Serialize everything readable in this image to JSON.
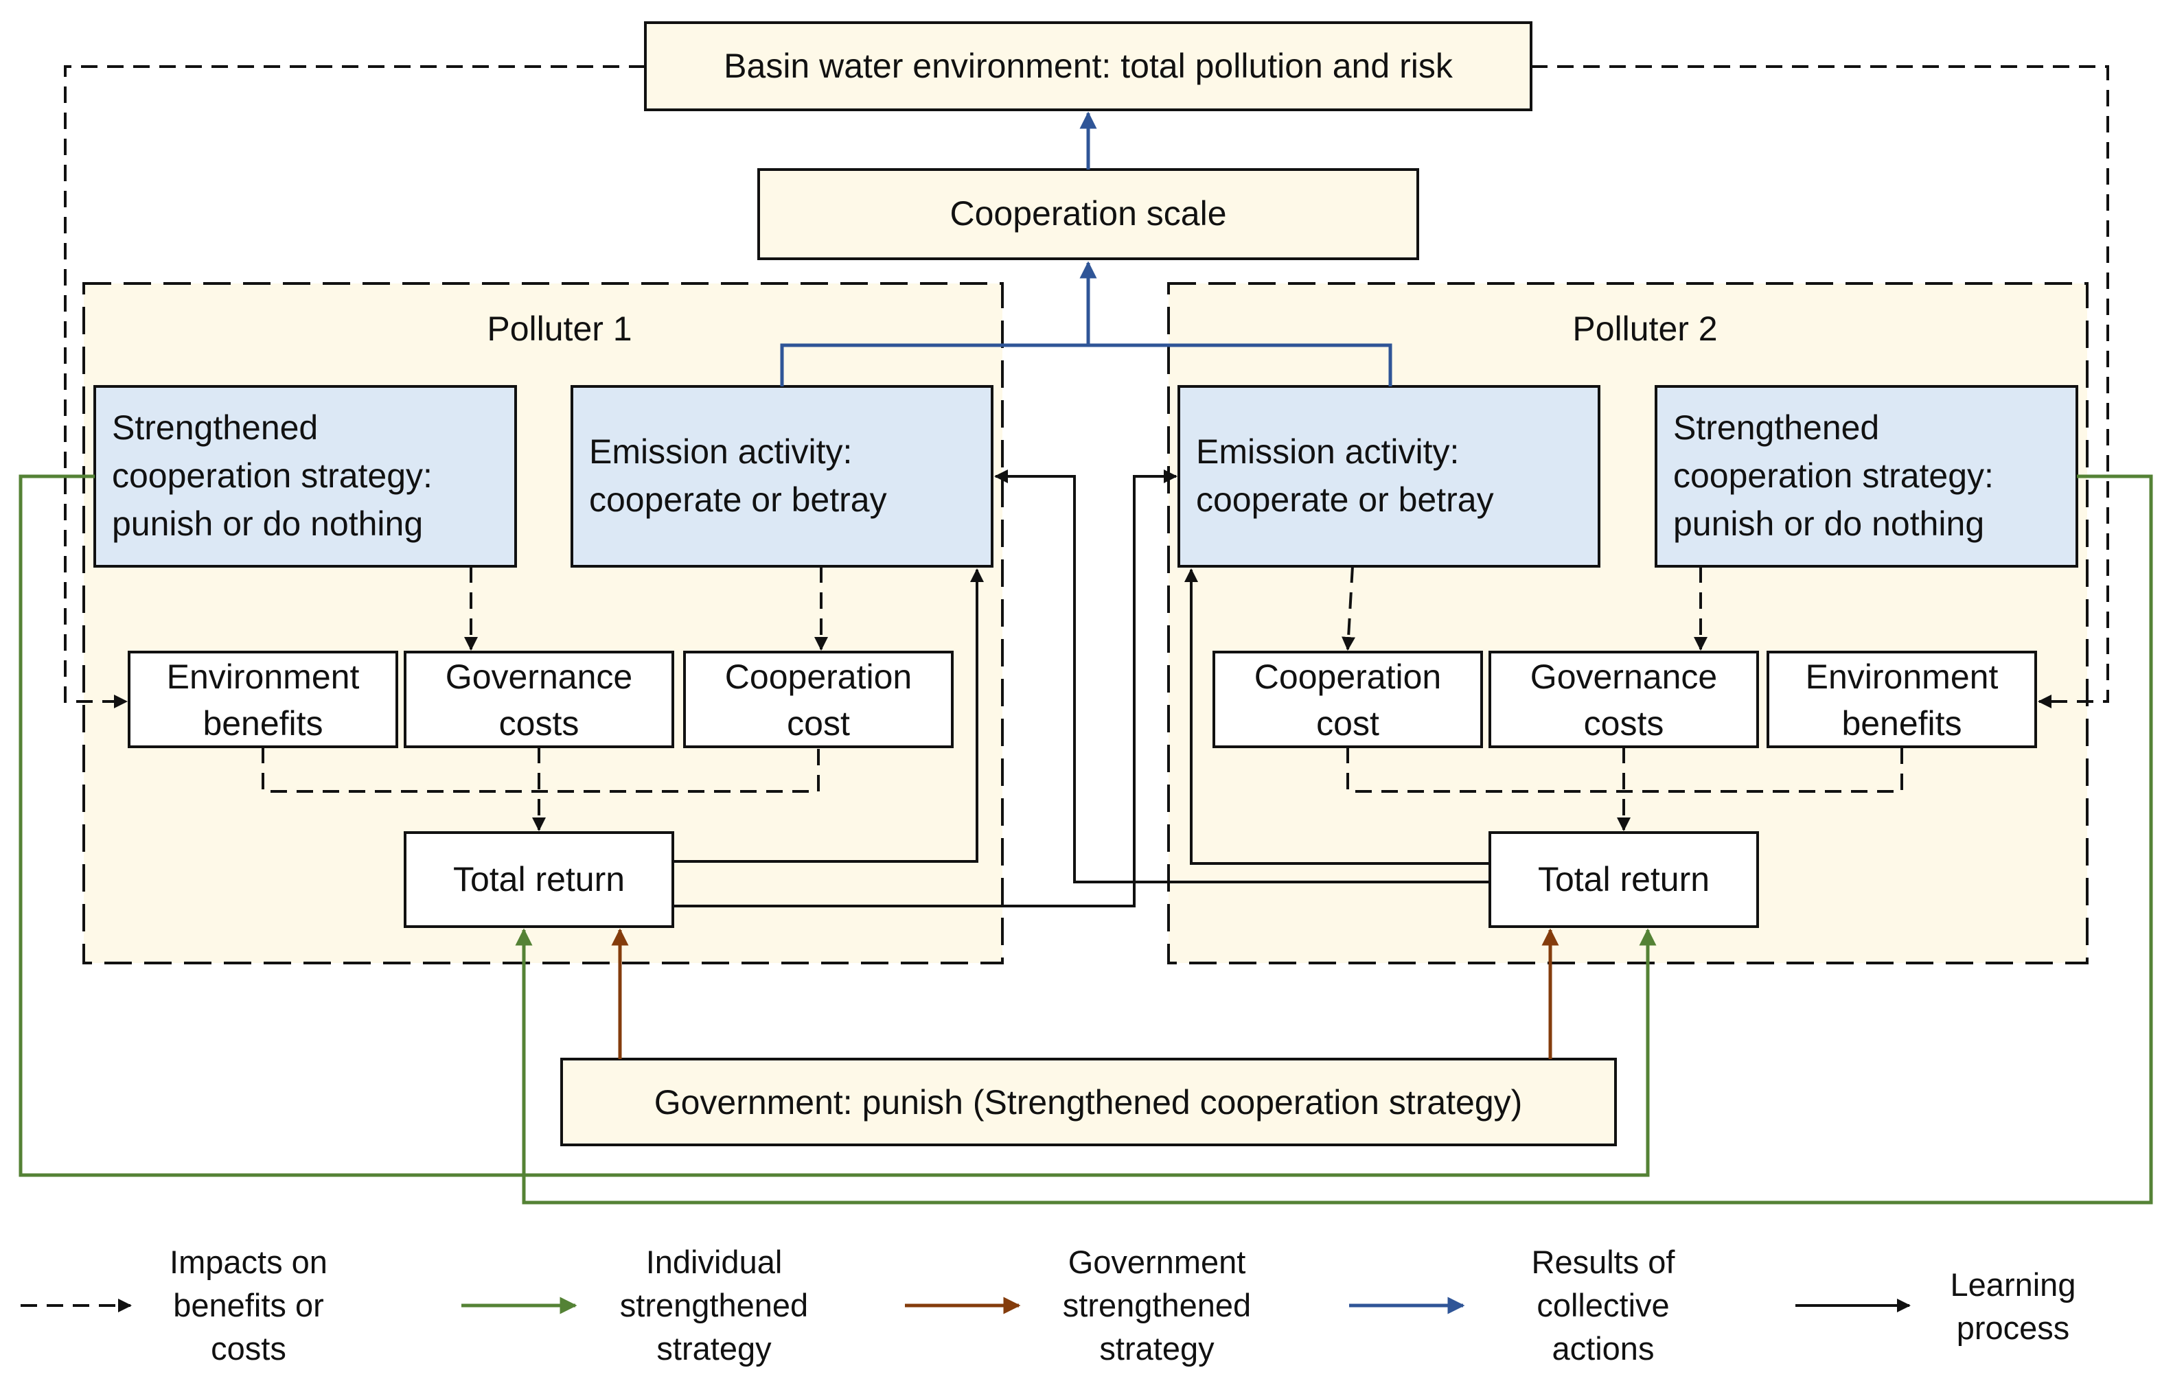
{
  "colors": {
    "cream": "#fef9e8",
    "blue_fill": "#dce8f5",
    "white_fill": "#ffffff",
    "stroke": "#111111",
    "blue_arrow": "#2f5597",
    "green_arrow": "#548235",
    "brown_arrow": "#843c0c",
    "black_arrow": "#111111"
  },
  "diagram": {
    "basin": "Basin water environment: total pollution and risk",
    "scale": "Cooperation scale",
    "polluter1": {
      "title": "Polluter 1",
      "strategy": [
        "Strengthened",
        "cooperation strategy:",
        "punish or do nothing"
      ],
      "emission": [
        "Emission activity:",
        "cooperate or betray"
      ],
      "env_benefits": [
        "Environment",
        "benefits"
      ],
      "gov_costs": [
        "Governance",
        "costs"
      ],
      "coop_cost": [
        "Cooperation",
        "cost"
      ],
      "total_return": "Total return"
    },
    "polluter2": {
      "title": "Polluter 2",
      "strategy": [
        "Strengthened",
        "cooperation strategy:",
        "punish or do nothing"
      ],
      "emission": [
        "Emission activity:",
        "cooperate or betray"
      ],
      "env_benefits": [
        "Environment",
        "benefits"
      ],
      "gov_costs": [
        "Governance",
        "costs"
      ],
      "coop_cost": [
        "Cooperation",
        "cost"
      ],
      "total_return": "Total return"
    },
    "government": "Government: punish (Strengthened cooperation strategy)"
  },
  "legend": [
    {
      "style": "dashed-black",
      "label": [
        "Impacts on",
        "benefits or",
        "costs"
      ]
    },
    {
      "style": "green",
      "label": [
        "Individual",
        "strengthened",
        "strategy"
      ]
    },
    {
      "style": "brown",
      "label": [
        "Government",
        "strengthened",
        "strategy"
      ]
    },
    {
      "style": "blue",
      "label": [
        "Results of",
        "collective",
        "actions"
      ]
    },
    {
      "style": "black",
      "label": [
        "Learning",
        "process"
      ]
    }
  ]
}
